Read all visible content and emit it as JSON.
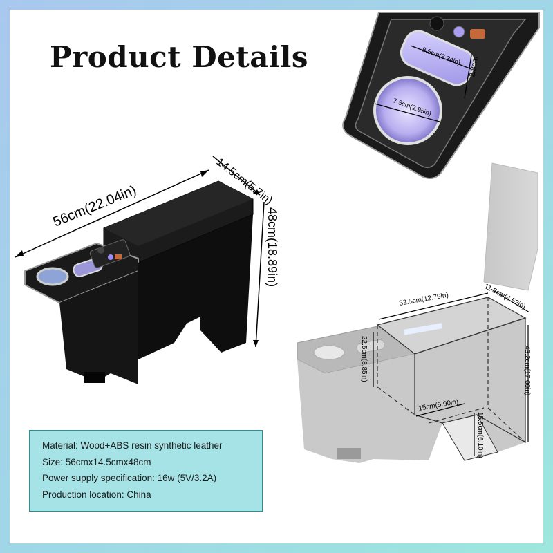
{
  "title": "Product Details",
  "colors": {
    "frame_gradient": [
      "#a9c8ee",
      "#9ee6de"
    ],
    "spec_box_bg": "#a6e3e6",
    "spec_box_border": "#2a8f95",
    "product_body": "#101010",
    "dimension_line": "#000000"
  },
  "dimensions_main": {
    "length": "56cm(22.04in)",
    "depth": "14.5cm(5.7in)",
    "height": "48cm(18.89in)"
  },
  "dimensions_top_view": {
    "slot": "8.5cm(3.34in)",
    "cup": "7.5cm(2.95in)",
    "panel_width": "2.8cm"
  },
  "dimensions_interior": {
    "storage_length": "32.5cm(12.79in)",
    "storage_width": "11.5cm(4.52in)",
    "overall_height": "43.2cm(17.00in)",
    "front_height": "22.5cm(8.85in)",
    "leg_width": "15cm(5.90in)",
    "leg_height": "15.5cm(6.10in)"
  },
  "specs": [
    "Material: Wood+ABS resin synthetic leather",
    "Size: 56cmx14.5cmx48cm",
    "Power supply specification: 16w (5V/3.2A)",
    "Production location: China"
  ]
}
